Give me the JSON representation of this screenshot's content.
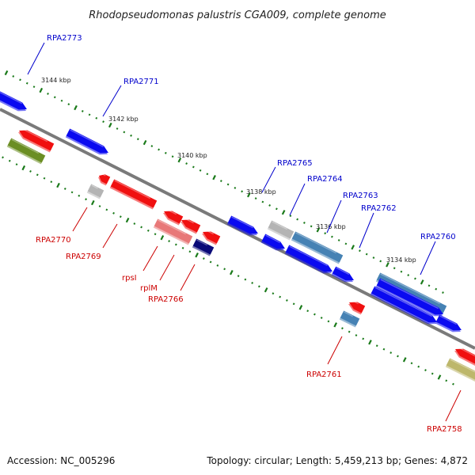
{
  "title": "Rhodopseudomonas palustris CGA009, complete genome",
  "footer": {
    "accession": "Accession: NC_005296",
    "summary": "Topology: circular; Length: 5,459,213 bp; Genes: 4,872"
  },
  "colors": {
    "backbone": "#7a7a7a",
    "forward_label": "#0000cc",
    "reverse_label": "#cc0000",
    "tick": "#1a7a1a",
    "blue": "#0a0af0",
    "red": "#f01010",
    "light_red": "#e87878",
    "gray": "#b4b4b4",
    "steel": "#4682b4",
    "navy": "#0a0a78",
    "olive": "#6b8e23",
    "khaki": "#bdb76b"
  },
  "scale_labels": [
    "3144 kbp",
    "3142 kbp",
    "3140 kbp",
    "3138 kbp",
    "3136 kbp",
    "3134 kbp"
  ],
  "forward_labels": [
    "RPA2773",
    "RPA2771",
    "RPA2765",
    "RPA2764",
    "RPA2763",
    "RPA2762",
    "RPA2760"
  ],
  "reverse_labels": [
    "RPA2770",
    "RPA2769",
    "rpsI",
    "rplM",
    "RPA2766",
    "RPA2761",
    "RPA2758"
  ]
}
